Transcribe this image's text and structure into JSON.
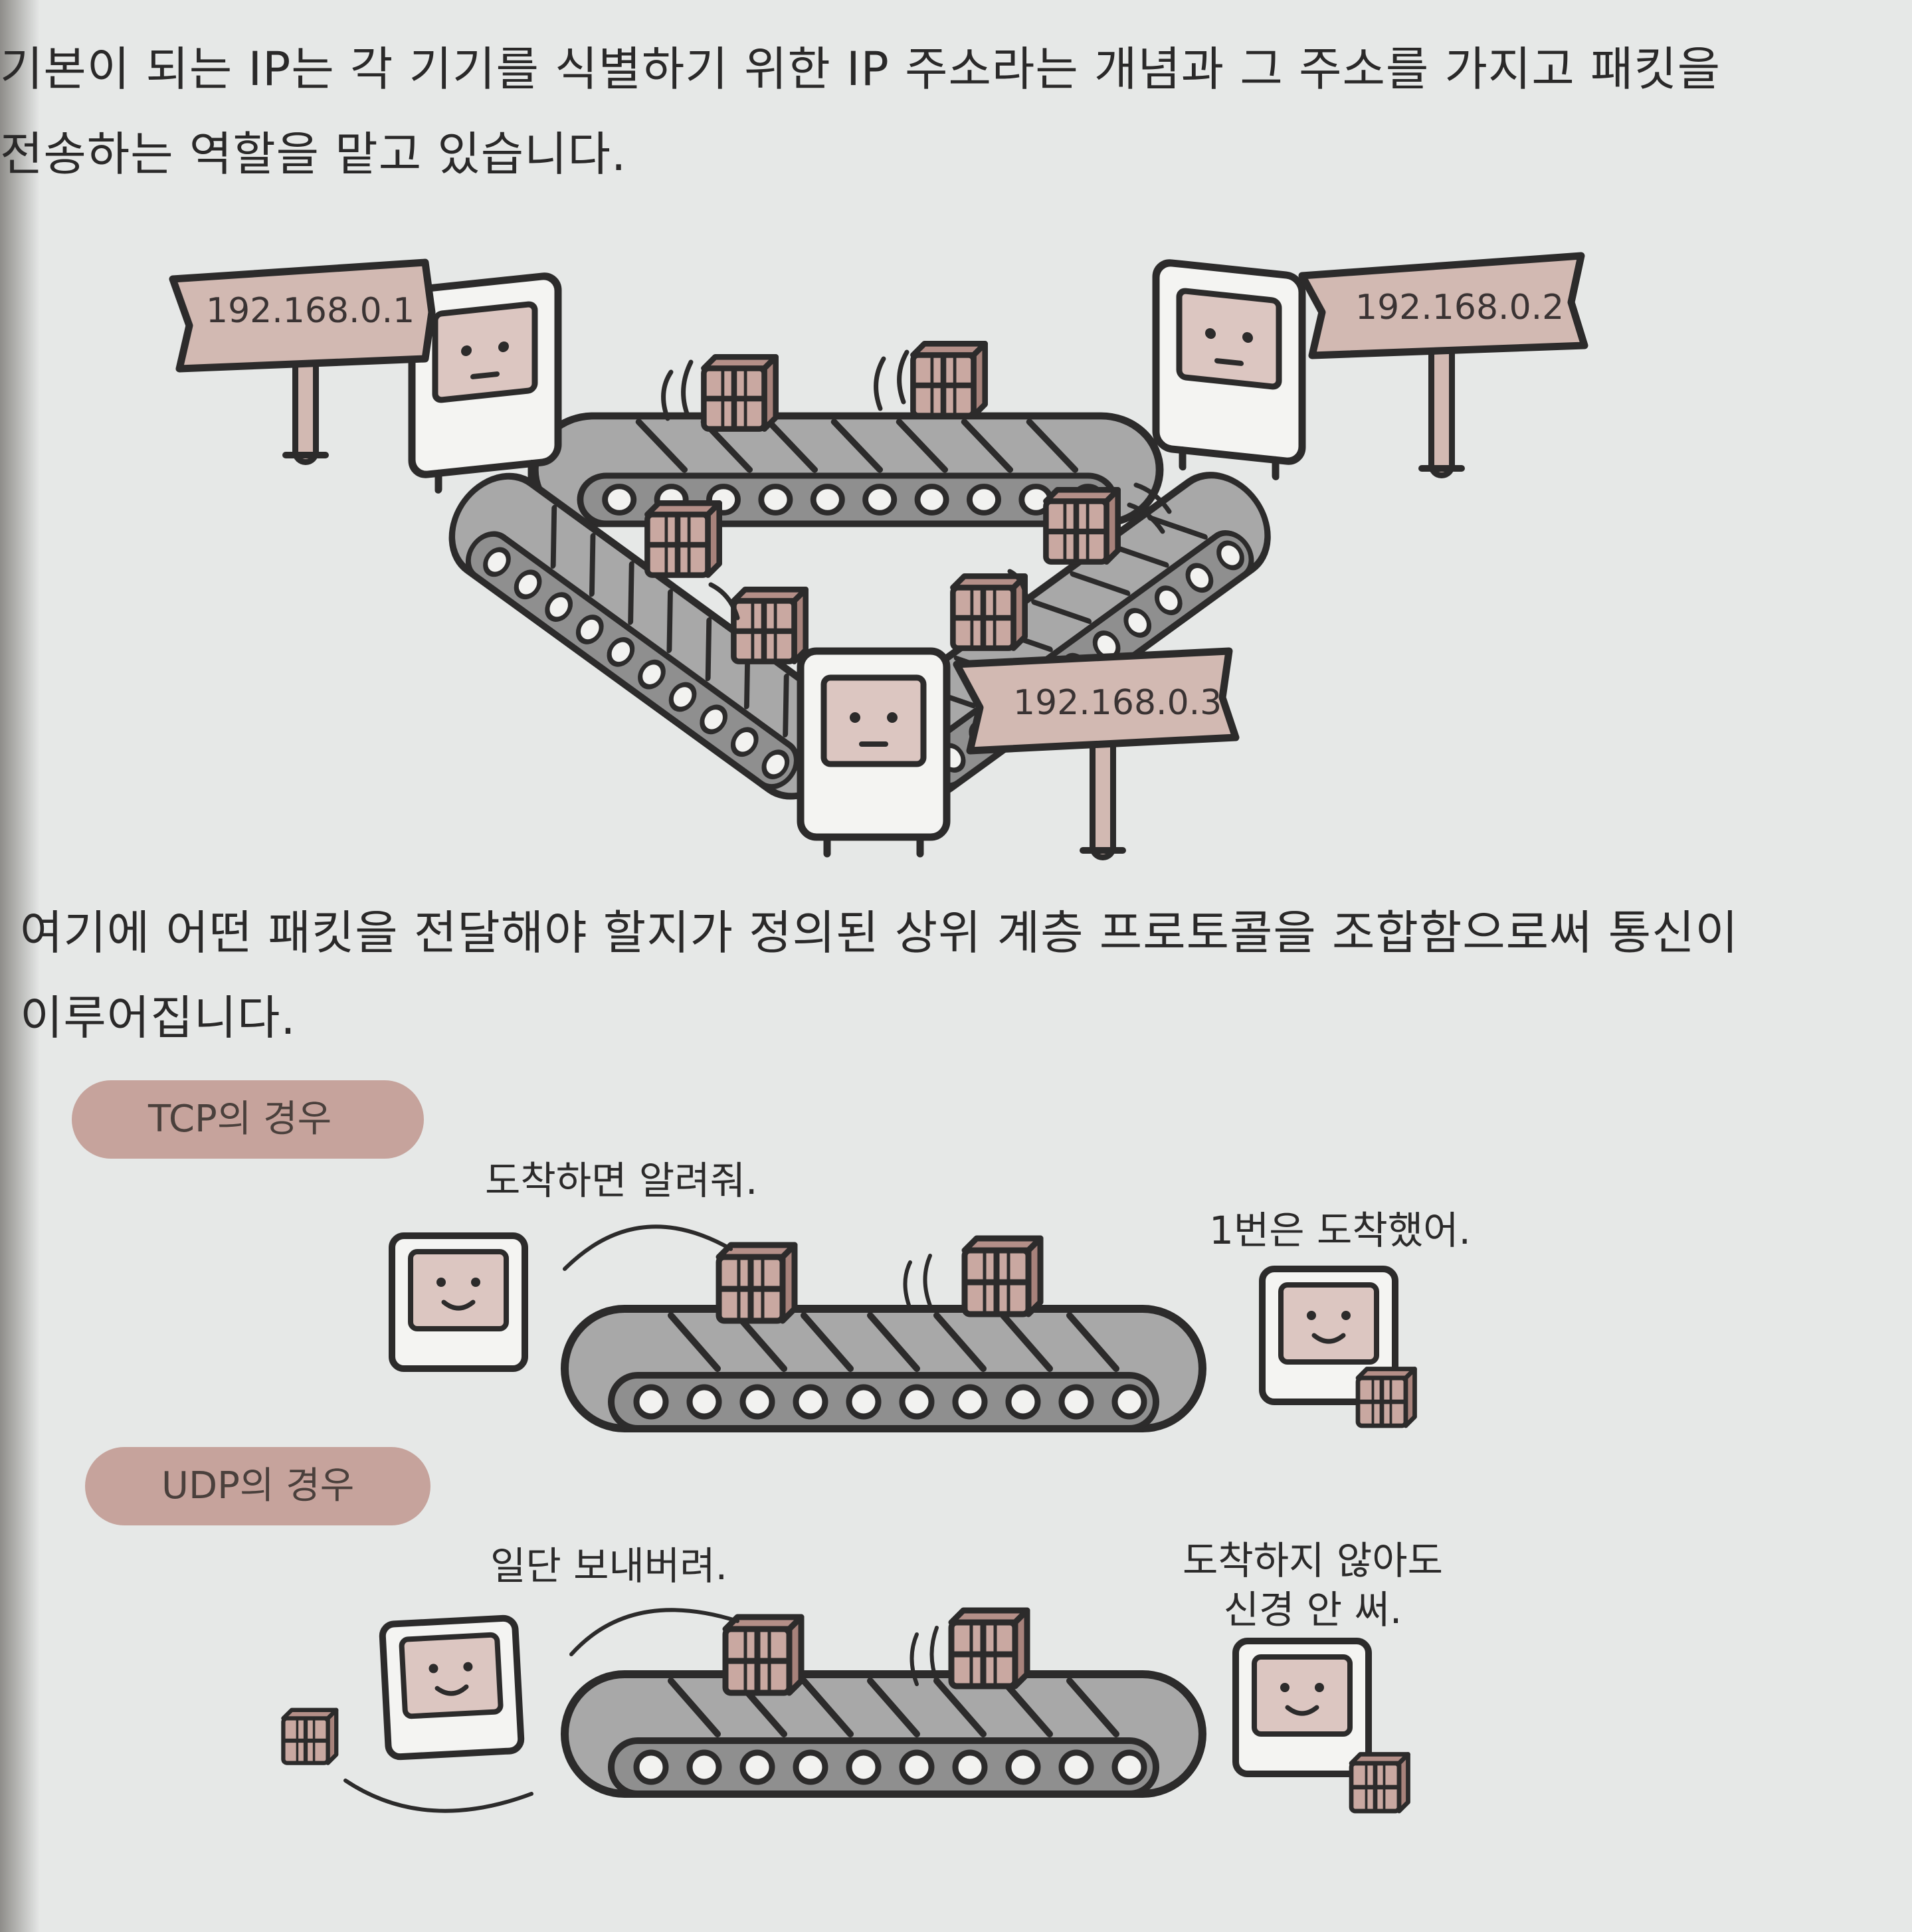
{
  "text": {
    "intro_line1": "기본이 되는 IP는 각 기기를 식별하기 위한 IP 주소라는 개념과 그 주소를 가지고 패킷을",
    "intro_line2": "전송하는 역할을 맡고 있습니다.",
    "middle_line1": "여기에 어떤 패킷을 전달해야 할지가 정의된 상위 계층 프로토콜을 조합함으로써 통신이",
    "middle_line2": "이루어집니다."
  },
  "ip_diagram": {
    "signs": [
      "192.168.0.1",
      "192.168.0.2",
      "192.168.0.3"
    ]
  },
  "tcp": {
    "label": "TCP의 경우",
    "sender_speech": "도착하면 알려줘.",
    "receiver_speech": "1번은 도착했어."
  },
  "udp": {
    "label": "UDP의 경우",
    "sender_speech": "일단 보내버려.",
    "receiver_speech_line1": "도착하지 않아도",
    "receiver_speech_line2": "신경 안 써."
  },
  "colors": {
    "paper": "#e6e8e7",
    "ink": "#2c2b2b",
    "sign": "#d2b9b2",
    "box": "#c9a8a1",
    "pill": "#c6a39c",
    "screen": "#dcc6c1",
    "belt": "#9e9e9e",
    "computer": "#f4f4f2"
  }
}
